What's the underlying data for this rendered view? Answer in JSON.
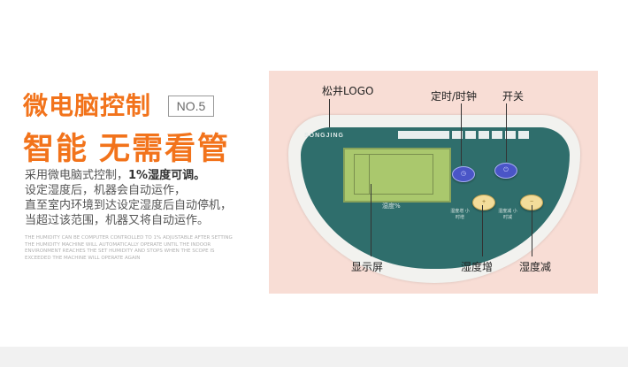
{
  "promo": {
    "headline": "微电脑控制",
    "badge": "NO.5",
    "subheadline_a": "智能",
    "subheadline_b": "无需看管",
    "desc_line1_a": "采用微电脑式控制，",
    "desc_line1_b": "1%湿度可调。",
    "desc_line2": "设定湿度后，机器会自动运作，",
    "desc_line3": "直至室内环境到达设定湿度后自动停机，",
    "desc_line4": "当超过该范围，机器又将自动运作。",
    "fine_print": "THE HUMIDITY CAN BE COMPUTER CONTROLLED TO 1% ADJUSTABLE AFTER SETTING THE HUMIDITY MACHINE WILL AUTOMATICALLY OPERATE UNTIL THE INDOOR ENVIRONMENT REACHES THE SET HUMIDITY AND STOPS WHEN THE SCOPE IS EXCEEDED THE MACHINE WILL OPERATE AGAIN"
  },
  "panel": {
    "brand": "SONGJING",
    "lcd_label": "湿度%",
    "btn_timer_glyph": "◷",
    "btn_power_glyph": "⏻",
    "btn_up_glyph": "+",
    "btn_down_glyph": "−",
    "small_label_left": "湿度增 小时增",
    "small_label_right": "湿度减 小时减"
  },
  "callouts": {
    "logo": "松井LOGO",
    "timer": "定时/时钟",
    "power": "开关",
    "display": "显示屏",
    "humidity_up": "湿度增",
    "humidity_down": "湿度减"
  }
}
